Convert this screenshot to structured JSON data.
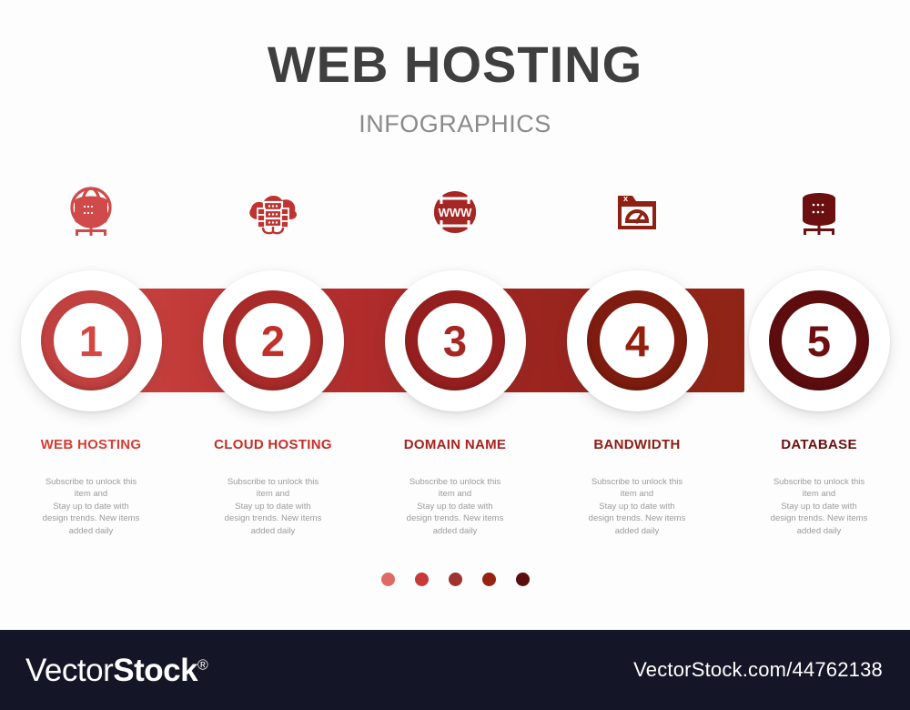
{
  "header": {
    "title": "WEB HOSTING",
    "subtitle": "INFOGRAPHICS",
    "title_color": "#3f3f3f",
    "subtitle_color": "#8a8a8a"
  },
  "body_text": "Subscribe to unlock this\nitem and\nStay up to date with\ndesign trends. New items\nadded daily",
  "steps": [
    {
      "number": "1",
      "label": "WEB HOSTING",
      "icon": "globe-server-icon",
      "color": "#cf4a48",
      "ring_color": "#c0413f",
      "num_color": "#d6453f",
      "body": "Subscribe to unlock this\nitem and\nStay up to date with\ndesign trends. New items\nadded daily"
    },
    {
      "number": "2",
      "label": "CLOUD HOSTING",
      "icon": "cloud-server-icon",
      "color": "#bf3330",
      "ring_color": "#a82b29",
      "num_color": "#c12f2b",
      "body": "Subscribe to unlock this\nitem and\nStay up to date with\ndesign trends. New items\nadded daily"
    },
    {
      "number": "3",
      "label": "DOMAIN NAME",
      "icon": "www-globe-icon",
      "color": "#a52724",
      "ring_color": "#951f1f",
      "num_color": "#a62722",
      "body": "Subscribe to unlock this\nitem and\nStay up to date with\ndesign trends. New items\nadded daily"
    },
    {
      "number": "4",
      "label": "BANDWIDTH",
      "icon": "folder-gauge-icon",
      "color": "#8e2113",
      "ring_color": "#7d1c0f",
      "num_color": "#93200f",
      "body": "Subscribe to unlock this\nitem and\nStay up to date with\ndesign trends. New items\nadded daily"
    },
    {
      "number": "5",
      "label": "DATABASE",
      "icon": "database-icon",
      "color": "#6b0f10",
      "ring_color": "#5e0d0f",
      "num_color": "#6d0f11",
      "body": "Subscribe to unlock this\nitem and\nStay up to date with\ndesign trends. New items\nadded daily"
    }
  ],
  "dots": [
    {
      "color": "#dd6a63"
    },
    {
      "color": "#c73a39"
    },
    {
      "color": "#9e342f"
    },
    {
      "color": "#962211"
    },
    {
      "color": "#5c0d10"
    }
  ],
  "footer": {
    "logo_light": "Vector",
    "logo_bold": "Stock",
    "logo_mark": "®",
    "url": "VectorStock.com/44762138",
    "background": "#141627"
  }
}
